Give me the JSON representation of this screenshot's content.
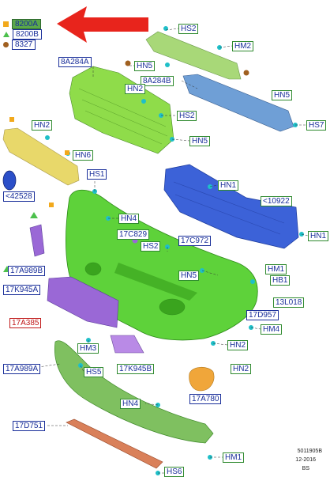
{
  "legend": [
    {
      "shape": "square",
      "color": "#f2a91c",
      "code": "8200A"
    },
    {
      "shape": "triangle",
      "color": "#4cc04c",
      "code": "8200B"
    },
    {
      "shape": "circle",
      "color": "#a06020",
      "code": "8327"
    }
  ],
  "callouts": [
    {
      "id": "hs2-top",
      "text": "HS2",
      "style": "green"
    },
    {
      "id": "hm2",
      "text": "HM2",
      "style": "green"
    },
    {
      "id": "8a284a",
      "text": "8A284A",
      "style": "blue"
    },
    {
      "id": "hn5-a",
      "text": "HN5",
      "style": "green"
    },
    {
      "id": "8a284b",
      "text": "8A284B",
      "style": "green"
    },
    {
      "id": "hn2-a",
      "text": "HN2",
      "style": "green"
    },
    {
      "id": "hn5-b",
      "text": "HN5",
      "style": "green"
    },
    {
      "id": "hs2-b",
      "text": "HS2",
      "style": "green"
    },
    {
      "id": "hn2-b",
      "text": "HN2",
      "style": "green"
    },
    {
      "id": "hs7",
      "text": "HS7",
      "style": "green"
    },
    {
      "id": "hn5-c",
      "text": "HN5",
      "style": "green"
    },
    {
      "id": "hn6",
      "text": "HN6",
      "style": "green"
    },
    {
      "id": "hs1",
      "text": "HS1",
      "style": "blue"
    },
    {
      "id": "42528",
      "text": "<42528",
      "style": "blue"
    },
    {
      "id": "hn1-a",
      "text": "HN1",
      "style": "green"
    },
    {
      "id": "10922",
      "text": "<10922",
      "style": "green"
    },
    {
      "id": "hn4-a",
      "text": "HN4",
      "style": "green"
    },
    {
      "id": "17c829",
      "text": "17C829",
      "style": "green"
    },
    {
      "id": "hn1-b",
      "text": "HN1",
      "style": "green"
    },
    {
      "id": "hs2-c",
      "text": "HS2",
      "style": "green"
    },
    {
      "id": "17c972",
      "text": "17C972",
      "style": "blue"
    },
    {
      "id": "17a989b",
      "text": "17A989B",
      "style": "blue"
    },
    {
      "id": "hm1-a",
      "text": "HM1",
      "style": "green"
    },
    {
      "id": "hn5-d",
      "text": "HN5",
      "style": "green"
    },
    {
      "id": "hb1",
      "text": "HB1",
      "style": "green"
    },
    {
      "id": "17k945a",
      "text": "17K945A",
      "style": "blue"
    },
    {
      "id": "13l018",
      "text": "13L018",
      "style": "green"
    },
    {
      "id": "17d957",
      "text": "17D957",
      "style": "blue"
    },
    {
      "id": "17a385",
      "text": "17A385",
      "style": "red"
    },
    {
      "id": "hm4",
      "text": "HM4",
      "style": "green"
    },
    {
      "id": "hm3",
      "text": "HM3",
      "style": "green"
    },
    {
      "id": "hn2-c",
      "text": "HN2",
      "style": "green"
    },
    {
      "id": "17a989a",
      "text": "17A989A",
      "style": "blue"
    },
    {
      "id": "hs5",
      "text": "HS5",
      "style": "green"
    },
    {
      "id": "17k945b",
      "text": "17K945B",
      "style": "green"
    },
    {
      "id": "hn2-d",
      "text": "HN2",
      "style": "green"
    },
    {
      "id": "17a780",
      "text": "17A780",
      "style": "blue"
    },
    {
      "id": "hn4-b",
      "text": "HN4",
      "style": "green"
    },
    {
      "id": "17d751",
      "text": "17D751",
      "style": "blue"
    },
    {
      "id": "hm1-b",
      "text": "HM1",
      "style": "green"
    },
    {
      "id": "hs6",
      "text": "HS6",
      "style": "green"
    }
  ],
  "footer": {
    "code": "5011905B",
    "date": "12-2016",
    "initials": "BS"
  },
  "colors": {
    "bumper": "#5ed23a",
    "grille": "#9be05a",
    "reinforcement": "#3c62d8",
    "upper_panel": "#e8d86a",
    "bracket_blue": "#6f9fd6",
    "violet": "#9a68d6",
    "orange": "#f0a63a",
    "lower_lip": "#7fc060",
    "skid": "#d9805a",
    "arrow": "#e8241c",
    "callout_text": "#1a2f9a"
  }
}
